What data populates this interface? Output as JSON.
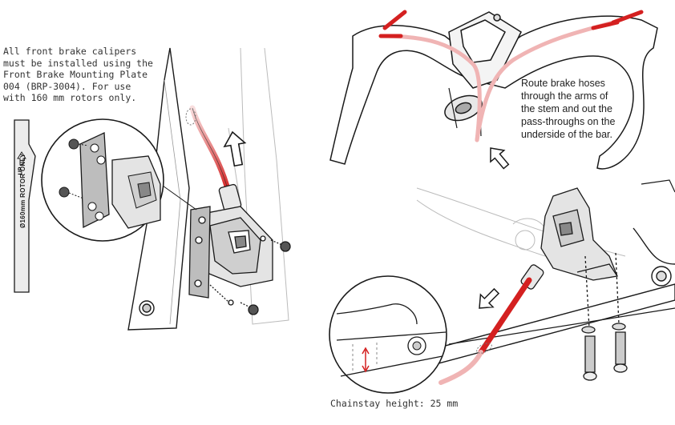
{
  "notes": {
    "mounting": "All front brake calipers\nmust be installed using the\nFront Brake Mounting Plate\n004 (BRP-3004). For use\nwith 160 mm rotors only.",
    "routing": "Route brake hoses\nthrough the arms of\nthe stem and out the\npass-throughs on the\nunderside of the bar.",
    "chainstay": "Chainstay height: 25 mm"
  },
  "plate": {
    "label": "Ø160mm ROTOR ONLY",
    "up_label": "UP"
  },
  "colors": {
    "hose": "#d42020",
    "hose_faded": "#f0b4b4",
    "line": "#1a1a1a",
    "fill_light": "#f2f2f2",
    "fill_mid": "#d8d8d8"
  }
}
